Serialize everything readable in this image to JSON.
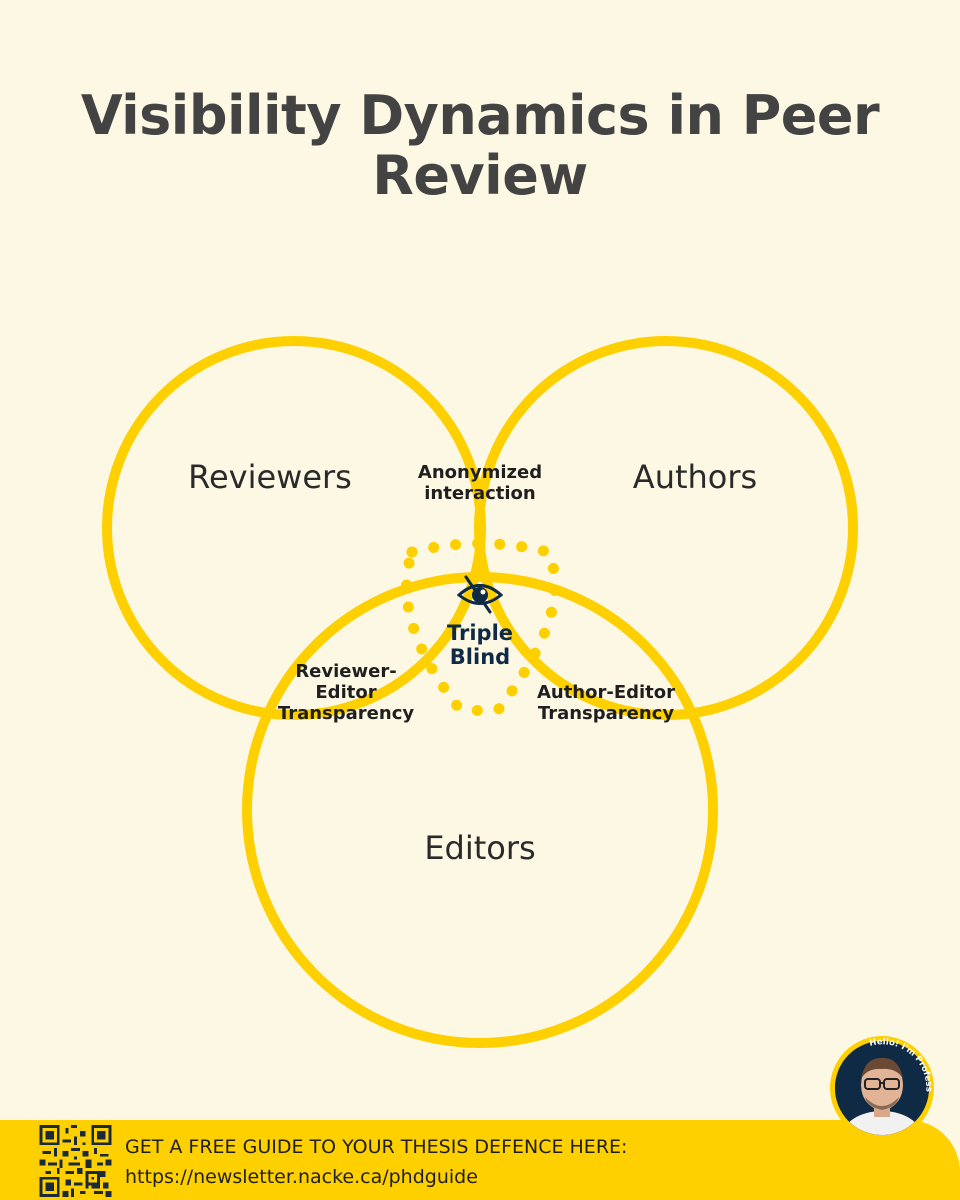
{
  "title": "Visibility Dynamics in Peer Review",
  "sets": {
    "reviewers": "Reviewers",
    "authors": "Authors",
    "editors": "Editors"
  },
  "intersections": {
    "reviewers_authors": "Anonymized interaction",
    "reviewers_editors": "Reviewer-Editor Transparency",
    "authors_editors": "Author-Editor Transparency",
    "all": "Triple Blind"
  },
  "center_icon": "eye-slash-icon",
  "colors": {
    "background": "#fdf8e4",
    "circle_stroke": "#ffd000",
    "title": "#434343",
    "center_text": "#0f2a44"
  },
  "footer": {
    "cta_line1": "GET A FREE GUIDE TO YOUR THESIS DEFENCE HERE:",
    "cta_line2": "https://newsletter.nacke.ca/phdguide"
  },
  "avatar": {
    "caption": "Hello! I'm Professor Nacke"
  }
}
